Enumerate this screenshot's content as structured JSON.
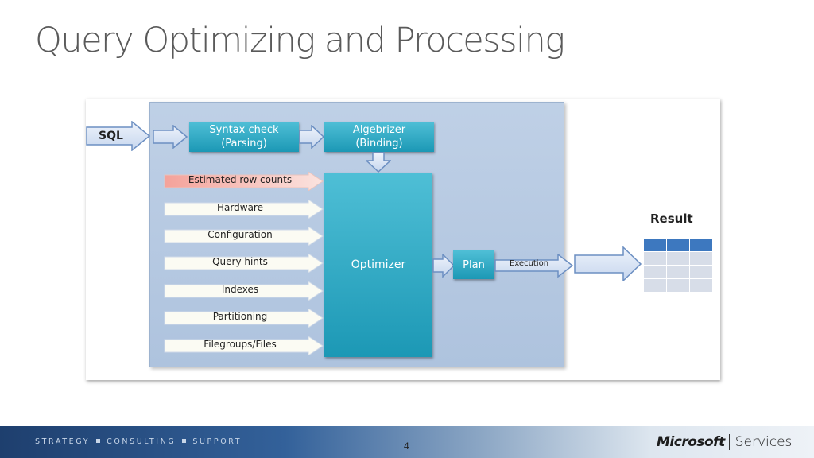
{
  "slide": {
    "title": "Query Optimizing and Processing",
    "page_number": "4"
  },
  "diagram": {
    "sql_label": "SQL",
    "syntax_check": {
      "line1": "Syntax check",
      "line2": "(Parsing)"
    },
    "algebrizer": {
      "line1": "Algebrizer",
      "line2": "(Binding)"
    },
    "optimizer": "Optimizer",
    "plan": "Plan",
    "execution_label": "Execution",
    "result_label": "Result",
    "inputs": [
      "Estimated row counts",
      "Hardware",
      "Configuration",
      "Query hints",
      "Indexes",
      "Partitioning",
      "Filegroups/Files"
    ]
  },
  "footer": {
    "tagline": [
      "STRATEGY",
      "CONSULTING",
      "SUPPORT"
    ],
    "brand_logo": "Microsoft",
    "brand_services": "Services"
  },
  "colors": {
    "teal": "#2aa7c4",
    "panel": "#b4c7e0",
    "arrow_blue": "#dbe6f5",
    "arrow_red": "#f4a8a0",
    "table_header": "#3d78bf"
  }
}
